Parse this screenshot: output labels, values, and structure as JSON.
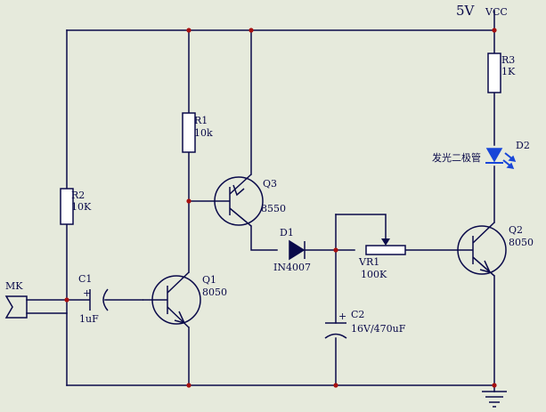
{
  "supply": {
    "voltage": "5V",
    "net": "VCC"
  },
  "components": {
    "r1": {
      "ref": "R1",
      "value": "10k"
    },
    "r2": {
      "ref": "R2",
      "value": "10K"
    },
    "r3": {
      "ref": "R3",
      "value": "1K"
    },
    "c1": {
      "ref": "C1",
      "value": "1uF",
      "polarity": "+"
    },
    "c2": {
      "ref": "C2",
      "value": "16V/470uF",
      "polarity": "+"
    },
    "q1": {
      "ref": "Q1",
      "value": "8050"
    },
    "q2": {
      "ref": "Q2",
      "value": "8050"
    },
    "q3": {
      "ref": "Q3",
      "value": "8550"
    },
    "d1": {
      "ref": "D1",
      "value": "IN4007"
    },
    "d2": {
      "ref": "D2",
      "value": "发光二极管"
    },
    "vr1": {
      "ref": "VR1",
      "value": "100K"
    },
    "mk": {
      "ref": "MK"
    }
  },
  "colors": {
    "background": "#e6eadc",
    "wire": "#0a0a4a",
    "junction": "#a81010",
    "led": "#1846d8"
  }
}
